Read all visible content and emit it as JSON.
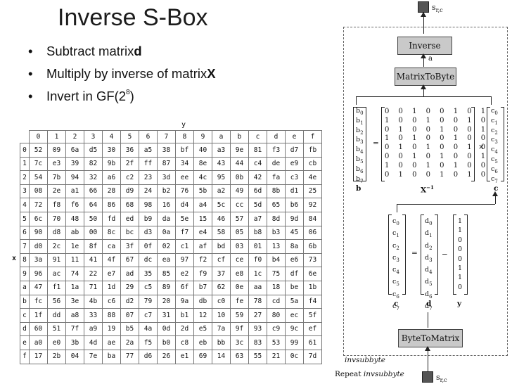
{
  "title": "Inverse S-Box",
  "bullets": [
    {
      "text": "Subtract matrix ",
      "bold": "d",
      "sup": ""
    },
    {
      "text": "Multiply by inverse of matrix ",
      "bold": "X",
      "sup": ""
    },
    {
      "text": "Invert in GF(2",
      "bold": "",
      "sup": "8",
      "after": ")"
    }
  ],
  "sbox": {
    "y_label": "y",
    "x_label": "x",
    "col_headers": [
      "0",
      "1",
      "2",
      "3",
      "4",
      "5",
      "6",
      "7",
      "8",
      "9",
      "a",
      "b",
      "c",
      "d",
      "e",
      "f"
    ],
    "rows": [
      {
        "h": "0",
        "v": [
          "52",
          "09",
          "6a",
          "d5",
          "30",
          "36",
          "a5",
          "38",
          "bf",
          "40",
          "a3",
          "9e",
          "81",
          "f3",
          "d7",
          "fb"
        ]
      },
      {
        "h": "1",
        "v": [
          "7c",
          "e3",
          "39",
          "82",
          "9b",
          "2f",
          "ff",
          "87",
          "34",
          "8e",
          "43",
          "44",
          "c4",
          "de",
          "e9",
          "cb"
        ]
      },
      {
        "h": "2",
        "v": [
          "54",
          "7b",
          "94",
          "32",
          "a6",
          "c2",
          "23",
          "3d",
          "ee",
          "4c",
          "95",
          "0b",
          "42",
          "fa",
          "c3",
          "4e"
        ]
      },
      {
        "h": "3",
        "v": [
          "08",
          "2e",
          "a1",
          "66",
          "28",
          "d9",
          "24",
          "b2",
          "76",
          "5b",
          "a2",
          "49",
          "6d",
          "8b",
          "d1",
          "25"
        ]
      },
      {
        "h": "4",
        "v": [
          "72",
          "f8",
          "f6",
          "64",
          "86",
          "68",
          "98",
          "16",
          "d4",
          "a4",
          "5c",
          "cc",
          "5d",
          "65",
          "b6",
          "92"
        ]
      },
      {
        "h": "5",
        "v": [
          "6c",
          "70",
          "48",
          "50",
          "fd",
          "ed",
          "b9",
          "da",
          "5e",
          "15",
          "46",
          "57",
          "a7",
          "8d",
          "9d",
          "84"
        ]
      },
      {
        "h": "6",
        "v": [
          "90",
          "d8",
          "ab",
          "00",
          "8c",
          "bc",
          "d3",
          "0a",
          "f7",
          "e4",
          "58",
          "05",
          "b8",
          "b3",
          "45",
          "06"
        ]
      },
      {
        "h": "7",
        "v": [
          "d0",
          "2c",
          "1e",
          "8f",
          "ca",
          "3f",
          "0f",
          "02",
          "c1",
          "af",
          "bd",
          "03",
          "01",
          "13",
          "8a",
          "6b"
        ]
      },
      {
        "h": "8",
        "v": [
          "3a",
          "91",
          "11",
          "41",
          "4f",
          "67",
          "dc",
          "ea",
          "97",
          "f2",
          "cf",
          "ce",
          "f0",
          "b4",
          "e6",
          "73"
        ]
      },
      {
        "h": "9",
        "v": [
          "96",
          "ac",
          "74",
          "22",
          "e7",
          "ad",
          "35",
          "85",
          "e2",
          "f9",
          "37",
          "e8",
          "1c",
          "75",
          "df",
          "6e"
        ]
      },
      {
        "h": "a",
        "v": [
          "47",
          "f1",
          "1a",
          "71",
          "1d",
          "29",
          "c5",
          "89",
          "6f",
          "b7",
          "62",
          "0e",
          "aa",
          "18",
          "be",
          "1b"
        ]
      },
      {
        "h": "b",
        "v": [
          "fc",
          "56",
          "3e",
          "4b",
          "c6",
          "d2",
          "79",
          "20",
          "9a",
          "db",
          "c0",
          "fe",
          "78",
          "cd",
          "5a",
          "f4"
        ]
      },
      {
        "h": "c",
        "v": [
          "1f",
          "dd",
          "a8",
          "33",
          "88",
          "07",
          "c7",
          "31",
          "b1",
          "12",
          "10",
          "59",
          "27",
          "80",
          "ec",
          "5f"
        ]
      },
      {
        "h": "d",
        "v": [
          "60",
          "51",
          "7f",
          "a9",
          "19",
          "b5",
          "4a",
          "0d",
          "2d",
          "e5",
          "7a",
          "9f",
          "93",
          "c9",
          "9c",
          "ef"
        ]
      },
      {
        "h": "e",
        "v": [
          "a0",
          "e0",
          "3b",
          "4d",
          "ae",
          "2a",
          "f5",
          "b0",
          "c8",
          "eb",
          "bb",
          "3c",
          "83",
          "53",
          "99",
          "61"
        ]
      },
      {
        "h": "f",
        "v": [
          "17",
          "2b",
          "04",
          "7e",
          "ba",
          "77",
          "d6",
          "26",
          "e1",
          "69",
          "14",
          "63",
          "55",
          "21",
          "0c",
          "7d"
        ]
      }
    ]
  },
  "diagram": {
    "top_label": "s",
    "top_sub": "r,c",
    "bottom_label": "s",
    "bottom_sub": "r,c",
    "inverse_box": "Inverse",
    "a_label": "a",
    "matrixtobyte_box": "MatrixToByte",
    "bytetomatrix_box": "ByteToMatrix",
    "b_vec": [
      "b0",
      "b1",
      "b2",
      "b3",
      "b4",
      "b5",
      "b6",
      "b7"
    ],
    "c_vec_right": [
      "c0",
      "c1",
      "c2",
      "c3",
      "c4",
      "c5",
      "c6",
      "c7"
    ],
    "c_vec_left": [
      "c0",
      "c1",
      "c2",
      "c3",
      "c4",
      "c5",
      "c6",
      "c7"
    ],
    "d_vec": [
      "d0",
      "d1",
      "d2",
      "d3",
      "d4",
      "d5",
      "d6",
      "d7"
    ],
    "y_vec": [
      "1",
      "1",
      "0",
      "0",
      "0",
      "1",
      "1",
      "0"
    ],
    "matrix_rows": [
      "0 0 1 0 0 1 0 1",
      "1 0 0 1 0 0 1 0",
      "0 1 0 0 1 0 0 1",
      "1 0 1 0 0 1 0 0",
      "0 1 0 1 0 0 1 0",
      "0 0 1 0 1 0 0 1",
      "1 0 0 1 0 1 0 0",
      "0 1 0 0 1 0 1 0"
    ],
    "eq": "=",
    "times": "×",
    "minus": "−",
    "lbl_b": "b",
    "lbl_x": "X",
    "lbl_x_sup": "−1",
    "lbl_c_right": "c",
    "lbl_c": "c",
    "lbl_d": "d",
    "lbl_y": "y",
    "invsubbyte": "invsubbyte",
    "repeat_prefix": "Repeat ",
    "repeat_italic": "invsubbyte"
  }
}
